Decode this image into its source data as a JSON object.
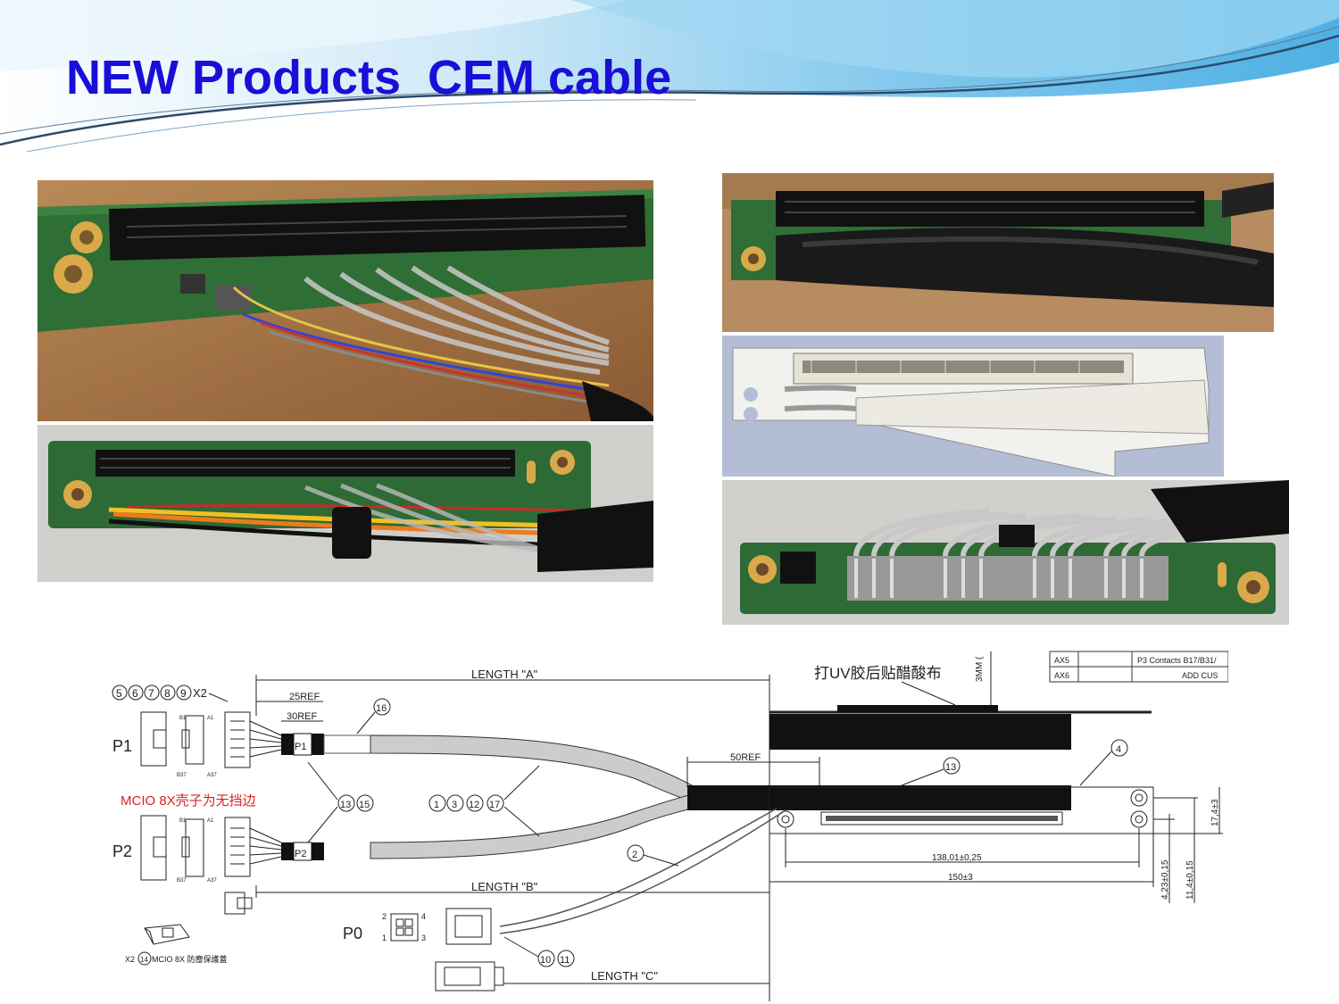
{
  "slide": {
    "title": "NEW Products  CEM cable",
    "accent_color": "#1a0fd8"
  },
  "photos": [
    {
      "name": "riser-board-unsleeved-wires-photo"
    },
    {
      "name": "riser-board-sleeved-cable-photo"
    },
    {
      "name": "riser-board-colored-wires-photo"
    },
    {
      "name": "cem-connector-3d-render"
    },
    {
      "name": "riser-board-back-soldered-wires-photo"
    }
  ],
  "drawing": {
    "balloons_p1": [
      "5",
      "6",
      "7",
      "8",
      "9"
    ],
    "x2_label": "X2",
    "length_a": "LENGTH \"A\"",
    "length_b": "LENGTH \"B\"",
    "length_c": "LENGTH \"C\"",
    "ref_25": "25REF",
    "ref_30": "30REF",
    "ref_50": "50REF",
    "p1": "P1",
    "p2": "P2",
    "p0": "P0",
    "mcio_note": "MCIO 8X壳子为无挡边",
    "uv_note": "打UV胶后贴醋酸布",
    "mm3": "3MM (",
    "dim_138": "138,01±0,25",
    "dim_150": "150±3",
    "dim_423": "4,23±0,15",
    "dim_114": "11,4±0,15",
    "dim_174": "17,4±3",
    "b16": "16",
    "b4": "4",
    "b13": "13",
    "b2": "2",
    "b1315": [
      "13",
      "15"
    ],
    "b131217": [
      "1",
      "3",
      "12",
      "17"
    ],
    "b1011": [
      "10",
      "11"
    ],
    "b14": "14",
    "x2_bottom": "X2",
    "mcio_protect": "MCIO 8X 防塵保護蓋",
    "table": [
      {
        "code": "AX5",
        "desc": "P3 Contacts B17/B31/"
      },
      {
        "code": "AX6",
        "desc": "ADD CUS"
      }
    ],
    "pin_labels": {
      "b1": "B1",
      "a1": "A1",
      "b37": "B37",
      "a37": "A37"
    },
    "p0_pins": {
      "p2": "2",
      "p4": "4",
      "p1": "1",
      "p3": "3"
    }
  }
}
